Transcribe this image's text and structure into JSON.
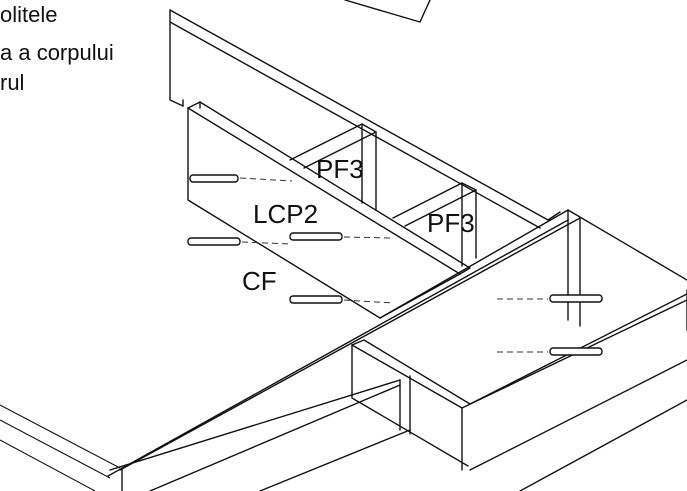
{
  "instructions": {
    "line1": "olitele",
    "line2": "a a corpului",
    "line3": "rul"
  },
  "labels": {
    "pf3_upper": "PF3",
    "pf3_lower": "PF3",
    "lcp2": "LCP2",
    "cf": "CF"
  },
  "colors": {
    "line": "#111111",
    "background": "#ffffff"
  },
  "icons": {
    "screw": "screw-icon"
  }
}
